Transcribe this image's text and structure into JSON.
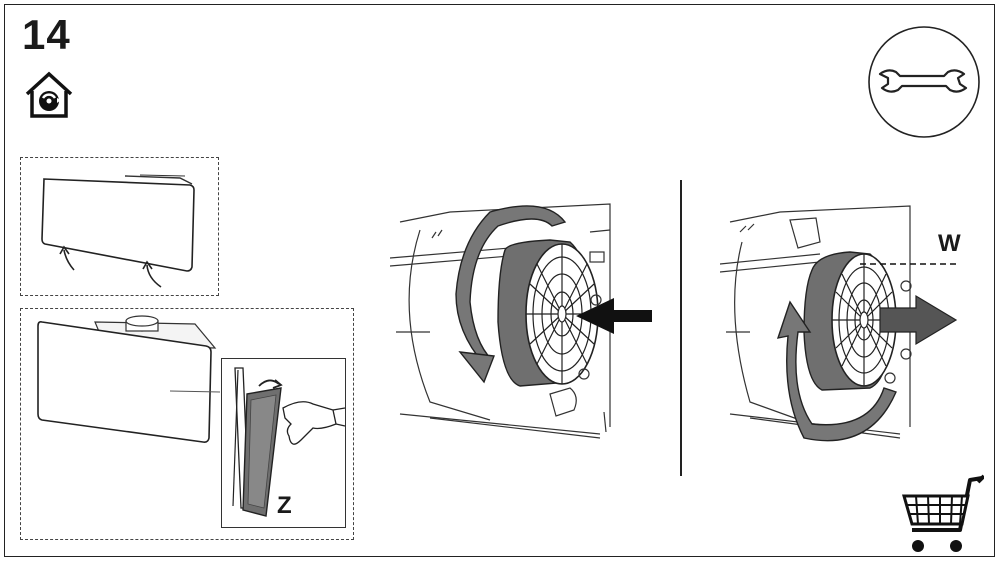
{
  "step": {
    "number": "14"
  },
  "icons": {
    "mode": "recirculation-house-icon",
    "tool": "wrench-icon",
    "cart": "shopping-cart-icon"
  },
  "labels": {
    "filter_tab": "Z",
    "filter_depth_marker": "W"
  },
  "colors": {
    "stroke": "#222222",
    "filter_gray": "#6f6f6f",
    "arrow_gray": "#555555",
    "background": "#ffffff"
  }
}
